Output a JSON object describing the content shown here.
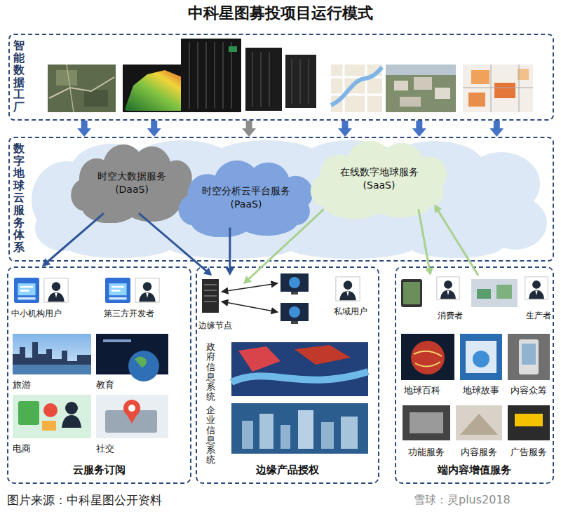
{
  "diagram": {
    "title": "中科星图募投项目运行模式",
    "caption": "图片来源：中科星图公开资料",
    "nodes": [
      {
        "text": [
          "智能数据工厂"
        ]
      },
      {
        "text": [
          "数字地球云服务体系"
        ]
      },
      {
        "text": [
          "时空大数据服务 (DaaS)"
        ],
        "in": 1
      },
      {
        "text": [
          "时空分析云平台服务 (PaaS)"
        ],
        "in": 1
      },
      {
        "text": [
          "在线数字地球服务 (SaaS)"
        ],
        "in": 1
      },
      {
        "text": [
          "云服务订阅"
        ]
      },
      {
        "text": [
          "边缘产品授权"
        ]
      },
      {
        "text": [
          "端内容增值服务"
        ]
      },
      {
        "text": [
          "边缘节点"
        ],
        "in": 6
      },
      {
        "text": [
          "消费者"
        ],
        "in": 7
      },
      {
        "text": [
          "生产者"
        ],
        "in": 7
      }
    ],
    "edges": [
      {
        "from": 0,
        "to": 1,
        "arrow": "to"
      },
      {
        "from": 0,
        "to": 1,
        "arrow": "to"
      },
      {
        "from": 0,
        "to": 1,
        "arrow": "to"
      },
      {
        "from": 0,
        "to": 1,
        "arrow": "to"
      },
      {
        "from": 0,
        "to": 1,
        "arrow": "to"
      },
      {
        "from": 0,
        "to": 1,
        "arrow": "to"
      },
      {
        "from": 2,
        "to": 5,
        "arrow": "to"
      },
      {
        "from": 2,
        "to": 8,
        "arrow": "to"
      },
      {
        "from": 3,
        "to": 8,
        "arrow": "to"
      },
      {
        "from": 4,
        "to": 8,
        "arrow": "to"
      },
      {
        "from": 4,
        "to": 9,
        "arrow": "to"
      },
      {
        "from": 10,
        "to": 4,
        "arrow": "to"
      }
    ],
    "labels": [
      "中小机构用户",
      "第三方开发者",
      "旅游",
      "教育",
      "电商",
      "社交",
      "政府信息系统",
      "企业信息系统",
      "私域用户",
      "地球百科",
      "地球故事",
      "内容众筹",
      "功能服务",
      "内容服务",
      "广告服务",
      "雪球：灵plus2018"
    ]
  }
}
